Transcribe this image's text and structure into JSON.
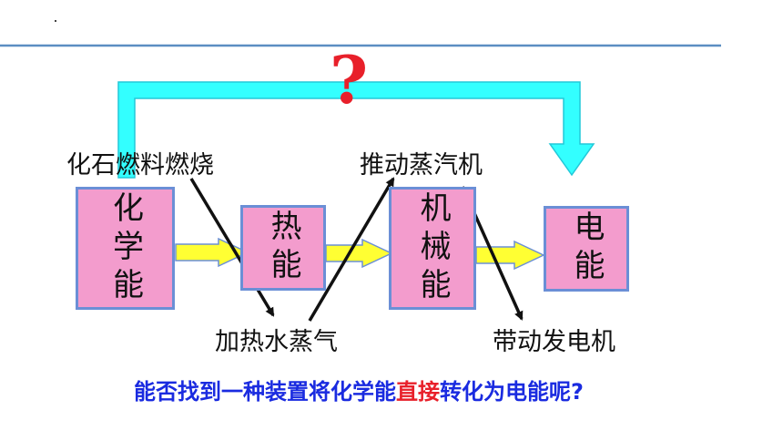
{
  "boxes": {
    "chemical": "化学能",
    "thermal": "热能",
    "mechanical": "机械能",
    "electric": "电能"
  },
  "labels": {
    "fuel_burning": "化石燃料燃烧",
    "heat_steam": "加热水蒸气",
    "push_engine": "推动蒸汽机",
    "drive_generator": "带动发电机"
  },
  "question_mark": "?",
  "question": {
    "part1": "能否找到一种装置将化学能",
    "highlight": "直接",
    "part2": "转化为电能呢?"
  },
  "colors": {
    "box_fill": "#f39ccd",
    "box_border": "#6b8fd6",
    "flow_arrow": "#ffff33",
    "top_arrow": "#33ffff",
    "header_line": "#5b8ec2",
    "question_text": "#1a2be0",
    "highlight_text": "#e8202a"
  }
}
